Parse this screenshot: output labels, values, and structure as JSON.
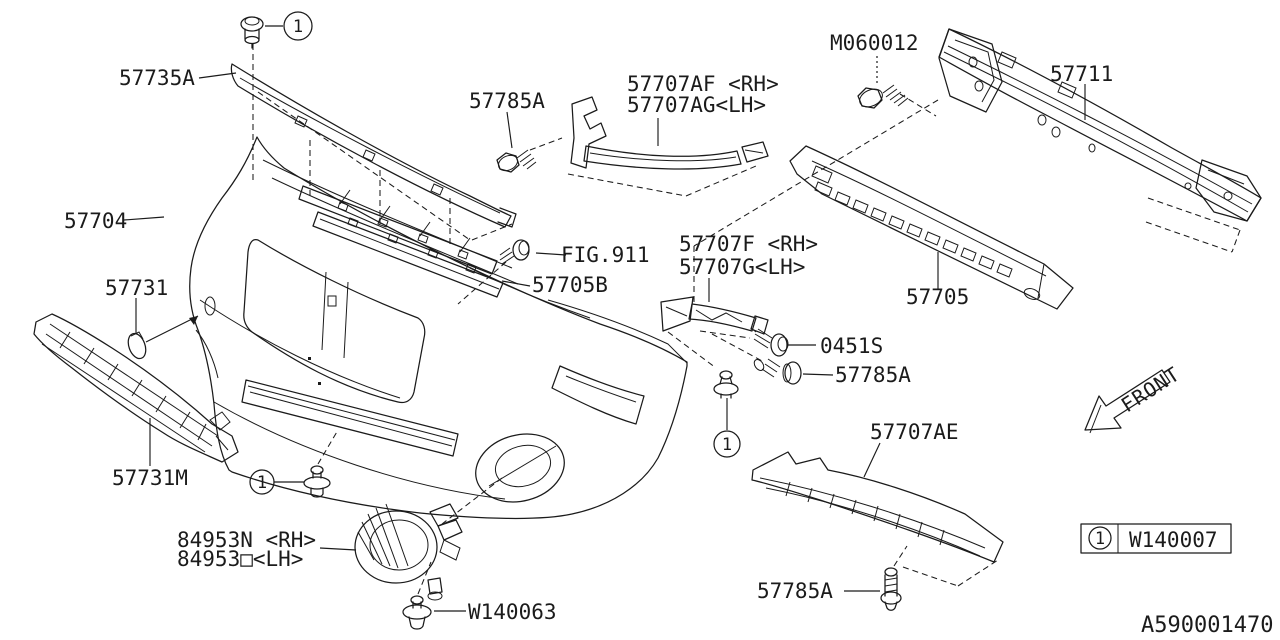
{
  "colors": {
    "line": "#1b1b1b",
    "background": "#ffffff"
  },
  "ref_marker": "1",
  "front_indicator": "FRONT",
  "doc_number": "A590001470",
  "legend": {
    "ref": "1",
    "part_number": "W140007"
  },
  "labels": {
    "upper_strip": "57735A",
    "bumper_face": "57704",
    "cover_cap": "57731",
    "grille_lower": "57731M",
    "fog_lamp_rh": "84953N <RH>",
    "fog_lamp_lh": "84953□<LH>",
    "fog_screw": "W140063",
    "clip_top": "57785A",
    "bracket_up_rh": "57707AF <RH>",
    "bracket_up_lh": "57707AG<LH>",
    "fig_ref": "FIG.911",
    "center_bracket": "57705B",
    "side_bracket_rh": "57707F <RH>",
    "side_bracket_lh": "57707G<LH>",
    "screw_0451s": "0451S",
    "clip_mid": "57785A",
    "bolt_m060012": "M060012",
    "beam": "57711",
    "absorber": "57705",
    "under_cover": "57707AE",
    "clip_bottom": "57785A"
  }
}
